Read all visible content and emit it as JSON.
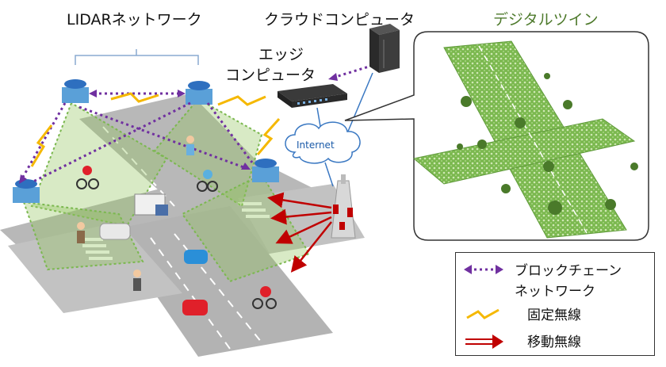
{
  "labels": {
    "lidar_network": "LIDARネットワーク",
    "cloud_computer": "クラウドコンピュータ",
    "digital_twin": "デジタルツイン",
    "edge_line1": "エッジ",
    "edge_line2": "コンピュータ",
    "internet": "Internet"
  },
  "legend": {
    "blockchain_line1": "ブロックチェーン",
    "blockchain_line2": "ネットワーク",
    "fixed_wireless": "固定無線",
    "mobile_wireless": "移動無線"
  },
  "colors": {
    "blockchain": "#7030a0",
    "fixed_wireless": "#f5b800",
    "mobile_wireless": "#c00000",
    "coverage": "#8fc25a",
    "twin_green": "#7bb84f",
    "twin_title": "#4e7a2c",
    "road": "#b5b5b5",
    "internet_blue": "#3a78c2"
  },
  "icons": [
    "lidar-sensor-icon",
    "edge-router-icon",
    "cloud-server-icon",
    "cell-tower-icon",
    "internet-cloud-icon",
    "car-icon",
    "truck-icon",
    "bicycle-icon",
    "pedestrian-icon"
  ]
}
